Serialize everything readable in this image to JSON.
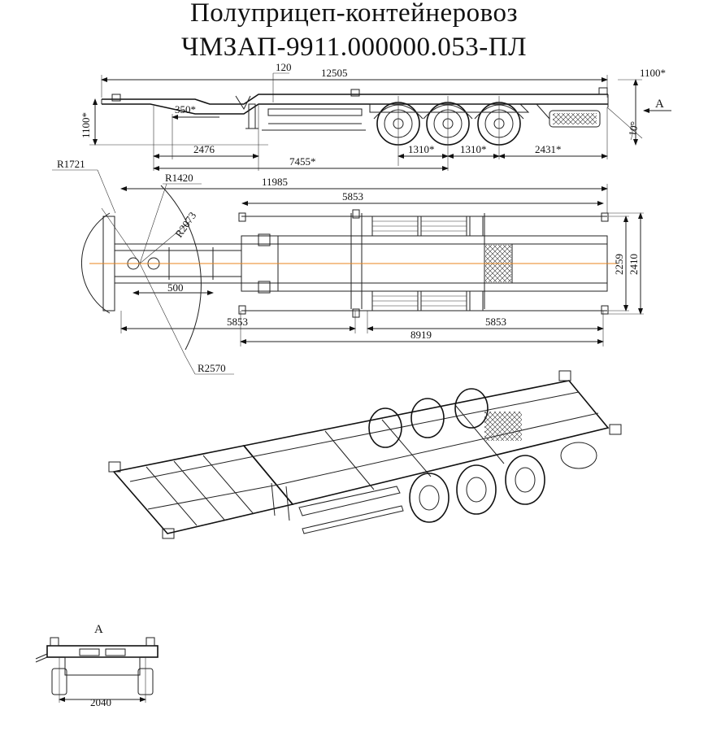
{
  "title": {
    "line1": "Полуприцеп-контейнеровоз",
    "line2": "ЧМЗАП-9911.000000.053-ПЛ"
  },
  "side_view": {
    "dim_overall_length": "12505",
    "dim_120": "120",
    "dim_height": "1100*",
    "dim_height_rear": "1100*",
    "dim_350": "350*",
    "dim_2476": "2476",
    "dim_7455": "7455*",
    "dim_axle1": "1310*",
    "dim_axle2": "1310*",
    "dim_2431": "2431*",
    "angle": "10°",
    "view_marker": "A"
  },
  "top_view": {
    "r1721": "R1721",
    "r1420": "R1420",
    "r2073": "R2073",
    "r2570": "R2570",
    "dim_11985": "11985",
    "dim_5853_top": "5853",
    "dim_500": "500",
    "dim_5853_left": "5853",
    "dim_5853_right": "5853",
    "dim_8919": "8919",
    "dim_2259": "2259",
    "dim_2410": "2410"
  },
  "rear_view": {
    "label": "A",
    "dim_2040": "2040"
  }
}
